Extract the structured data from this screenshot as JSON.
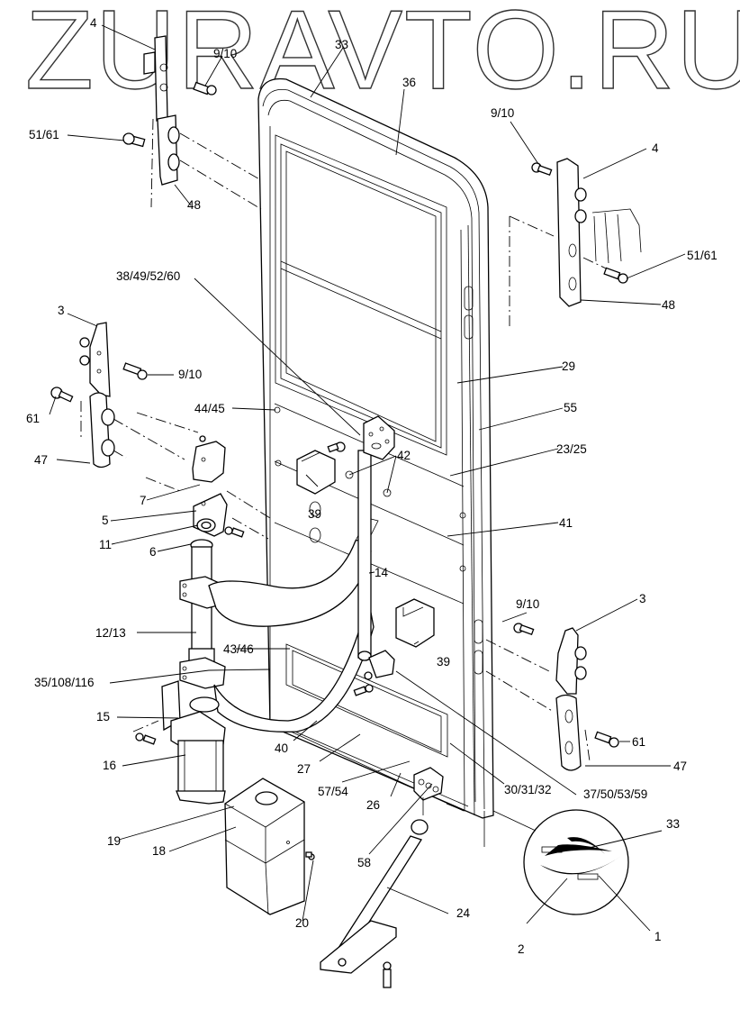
{
  "watermark": "ZURAVTO.RU",
  "callouts": [
    {
      "id": "c-4-top",
      "text": "4"
    },
    {
      "id": "c-9-10-top",
      "text": "9/10"
    },
    {
      "id": "c-33-top",
      "text": "33"
    },
    {
      "id": "c-36",
      "text": "36"
    },
    {
      "id": "c-51-61-left",
      "text": "51/61"
    },
    {
      "id": "c-48-left",
      "text": "48"
    },
    {
      "id": "c-9-10-right-top",
      "text": "9/10"
    },
    {
      "id": "c-4-right",
      "text": "4"
    },
    {
      "id": "c-51-61-right",
      "text": "51/61"
    },
    {
      "id": "c-48-right",
      "text": "48"
    },
    {
      "id": "c-38-49-52-60",
      "text": "38/49/52/60"
    },
    {
      "id": "c-3-left",
      "text": "3"
    },
    {
      "id": "c-9-10-left-mid",
      "text": "9/10"
    },
    {
      "id": "c-61-left",
      "text": "61"
    },
    {
      "id": "c-44-45",
      "text": "44/45"
    },
    {
      "id": "c-29",
      "text": "29"
    },
    {
      "id": "c-55",
      "text": "55"
    },
    {
      "id": "c-42",
      "text": "42"
    },
    {
      "id": "c-23-25",
      "text": "23/25"
    },
    {
      "id": "c-47-left",
      "text": "47"
    },
    {
      "id": "c-7",
      "text": "7"
    },
    {
      "id": "c-39-upper",
      "text": "39"
    },
    {
      "id": "c-5",
      "text": "5"
    },
    {
      "id": "c-41",
      "text": "41"
    },
    {
      "id": "c-11",
      "text": "11"
    },
    {
      "id": "c-6",
      "text": "6"
    },
    {
      "id": "c-14",
      "text": "14"
    },
    {
      "id": "c-9-10-right-low",
      "text": "9/10"
    },
    {
      "id": "c-3-right",
      "text": "3"
    },
    {
      "id": "c-12-13",
      "text": "12/13"
    },
    {
      "id": "c-43-46",
      "text": "43/46"
    },
    {
      "id": "c-39-lower",
      "text": "39"
    },
    {
      "id": "c-35-108-116",
      "text": "35/108/116"
    },
    {
      "id": "c-15",
      "text": "15"
    },
    {
      "id": "c-61-right",
      "text": "61"
    },
    {
      "id": "c-40",
      "text": "40"
    },
    {
      "id": "c-16",
      "text": "16"
    },
    {
      "id": "c-27",
      "text": "27"
    },
    {
      "id": "c-47-right",
      "text": "47"
    },
    {
      "id": "c-57-54",
      "text": "57/54"
    },
    {
      "id": "c-26",
      "text": "26"
    },
    {
      "id": "c-30-31-32",
      "text": "30/31/32"
    },
    {
      "id": "c-37-50-53-59",
      "text": "37/50/53/59"
    },
    {
      "id": "c-33-detail",
      "text": "33"
    },
    {
      "id": "c-19",
      "text": "19"
    },
    {
      "id": "c-18",
      "text": "18"
    },
    {
      "id": "c-58",
      "text": "58"
    },
    {
      "id": "c-20",
      "text": "20"
    },
    {
      "id": "c-24",
      "text": "24"
    },
    {
      "id": "c-2",
      "text": "2"
    },
    {
      "id": "c-1",
      "text": "1"
    }
  ]
}
